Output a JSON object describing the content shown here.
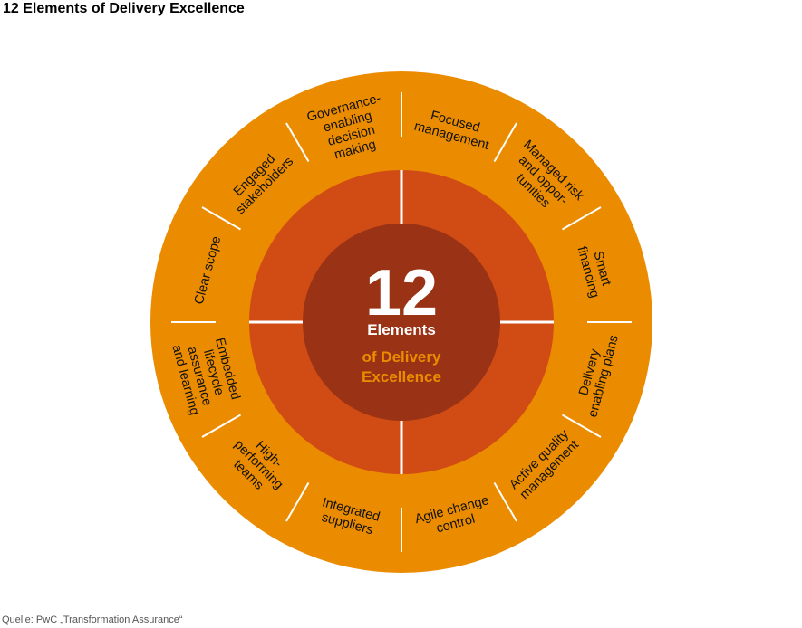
{
  "title": "12 Elements of Delivery Excellence",
  "source": "Quelle: PwC „Transformation Assurance“",
  "colors": {
    "outer_ring": "#eb8c00",
    "middle_ring": "#d14c14",
    "center": "#9a3315",
    "divider": "#ffffff",
    "center_subtitle": "#eb8c00"
  },
  "center": {
    "number": "12",
    "label": "Elements",
    "subtitle_line1": "of Delivery",
    "subtitle_line2": "Excellence"
  },
  "segments": [
    {
      "lines": [
        "Focused",
        "management"
      ]
    },
    {
      "lines": [
        "Managed risk",
        "and oppor-",
        "tunities"
      ]
    },
    {
      "lines": [
        "Smart",
        "financing"
      ]
    },
    {
      "lines": [
        "Delivery",
        "enabling plans"
      ]
    },
    {
      "lines": [
        "Active quality",
        "management"
      ]
    },
    {
      "lines": [
        "Agile change",
        "control"
      ]
    },
    {
      "lines": [
        "Integrated",
        "suppliers"
      ]
    },
    {
      "lines": [
        "High-",
        "performing",
        "teams"
      ]
    },
    {
      "lines": [
        "Embedded",
        "lifecycle",
        "assurance",
        "and learning"
      ]
    },
    {
      "lines": [
        "Clear scope"
      ]
    },
    {
      "lines": [
        "Engaged",
        "stakeholders"
      ]
    },
    {
      "lines": [
        "Governance-",
        "enabling",
        "decision",
        "making"
      ]
    }
  ]
}
